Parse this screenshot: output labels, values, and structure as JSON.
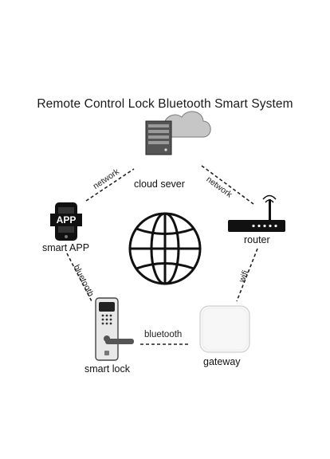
{
  "diagram": {
    "title": "Remote Control Lock Bluetooth Smart System",
    "nodes": {
      "cloud": "cloud sever",
      "app": "smart APP",
      "app_icon_text": "APP",
      "router": "router",
      "lock": "smart lock",
      "gateway": "gateway"
    },
    "connections": {
      "app_cloud": "network",
      "cloud_router": "network",
      "router_gateway": "wifi",
      "app_lock": "bluetooth",
      "lock_gateway": "bluetooth"
    }
  }
}
